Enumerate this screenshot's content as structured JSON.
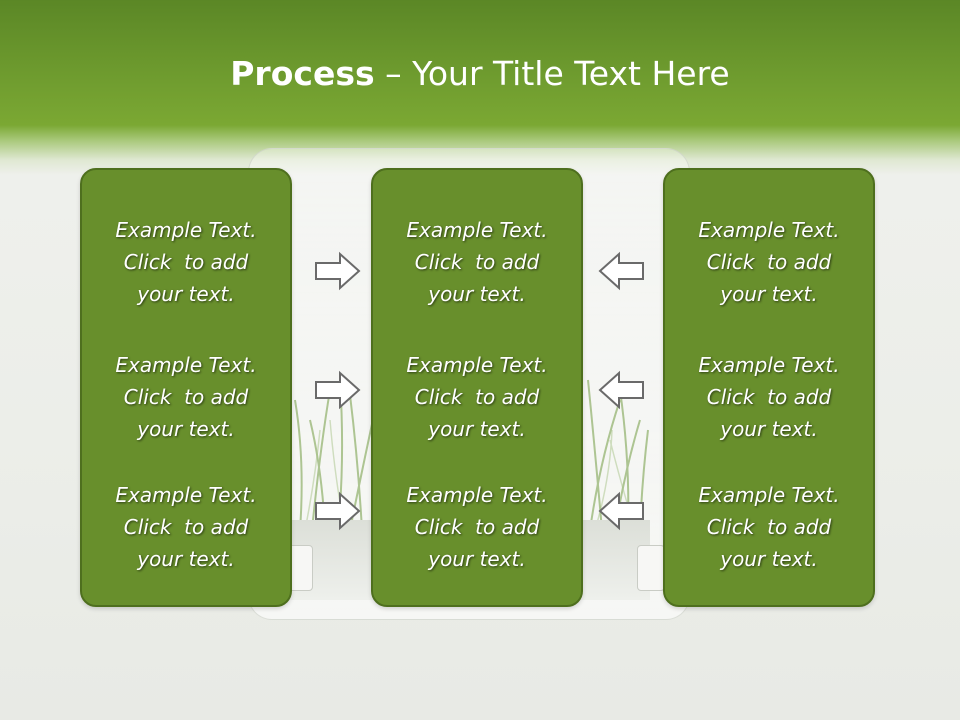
{
  "title": {
    "bold": "Process",
    "rest": " – Your Title Text Here"
  },
  "colors": {
    "header_green": "#6d9a2e",
    "box_fill": "#688f2c",
    "box_border": "#4e6f1e",
    "arrow_stroke": "#6a6a6a"
  },
  "columns": [
    {
      "blocks": [
        {
          "line1": "Example Text.",
          "line2": "Click  to add",
          "line3": "your text."
        },
        {
          "line1": "Example Text.",
          "line2": "Click  to add",
          "line3": "your text."
        },
        {
          "line1": "Example Text.",
          "line2": "Click  to add",
          "line3": "your text."
        }
      ]
    },
    {
      "blocks": [
        {
          "line1": "Example Text.",
          "line2": "Click  to add",
          "line3": "your text."
        },
        {
          "line1": "Example Text.",
          "line2": "Click  to add",
          "line3": "your text."
        },
        {
          "line1": "Example Text.",
          "line2": "Click  to add",
          "line3": "your text."
        }
      ]
    },
    {
      "blocks": [
        {
          "line1": "Example Text.",
          "line2": "Click  to add",
          "line3": "your text."
        },
        {
          "line1": "Example Text.",
          "line2": "Click  to add",
          "line3": "your text."
        },
        {
          "line1": "Example Text.",
          "line2": "Click  to add",
          "line3": "your text."
        }
      ]
    }
  ],
  "arrows": {
    "left_group": "arrow-right-icon",
    "right_group": "arrow-left-icon"
  }
}
